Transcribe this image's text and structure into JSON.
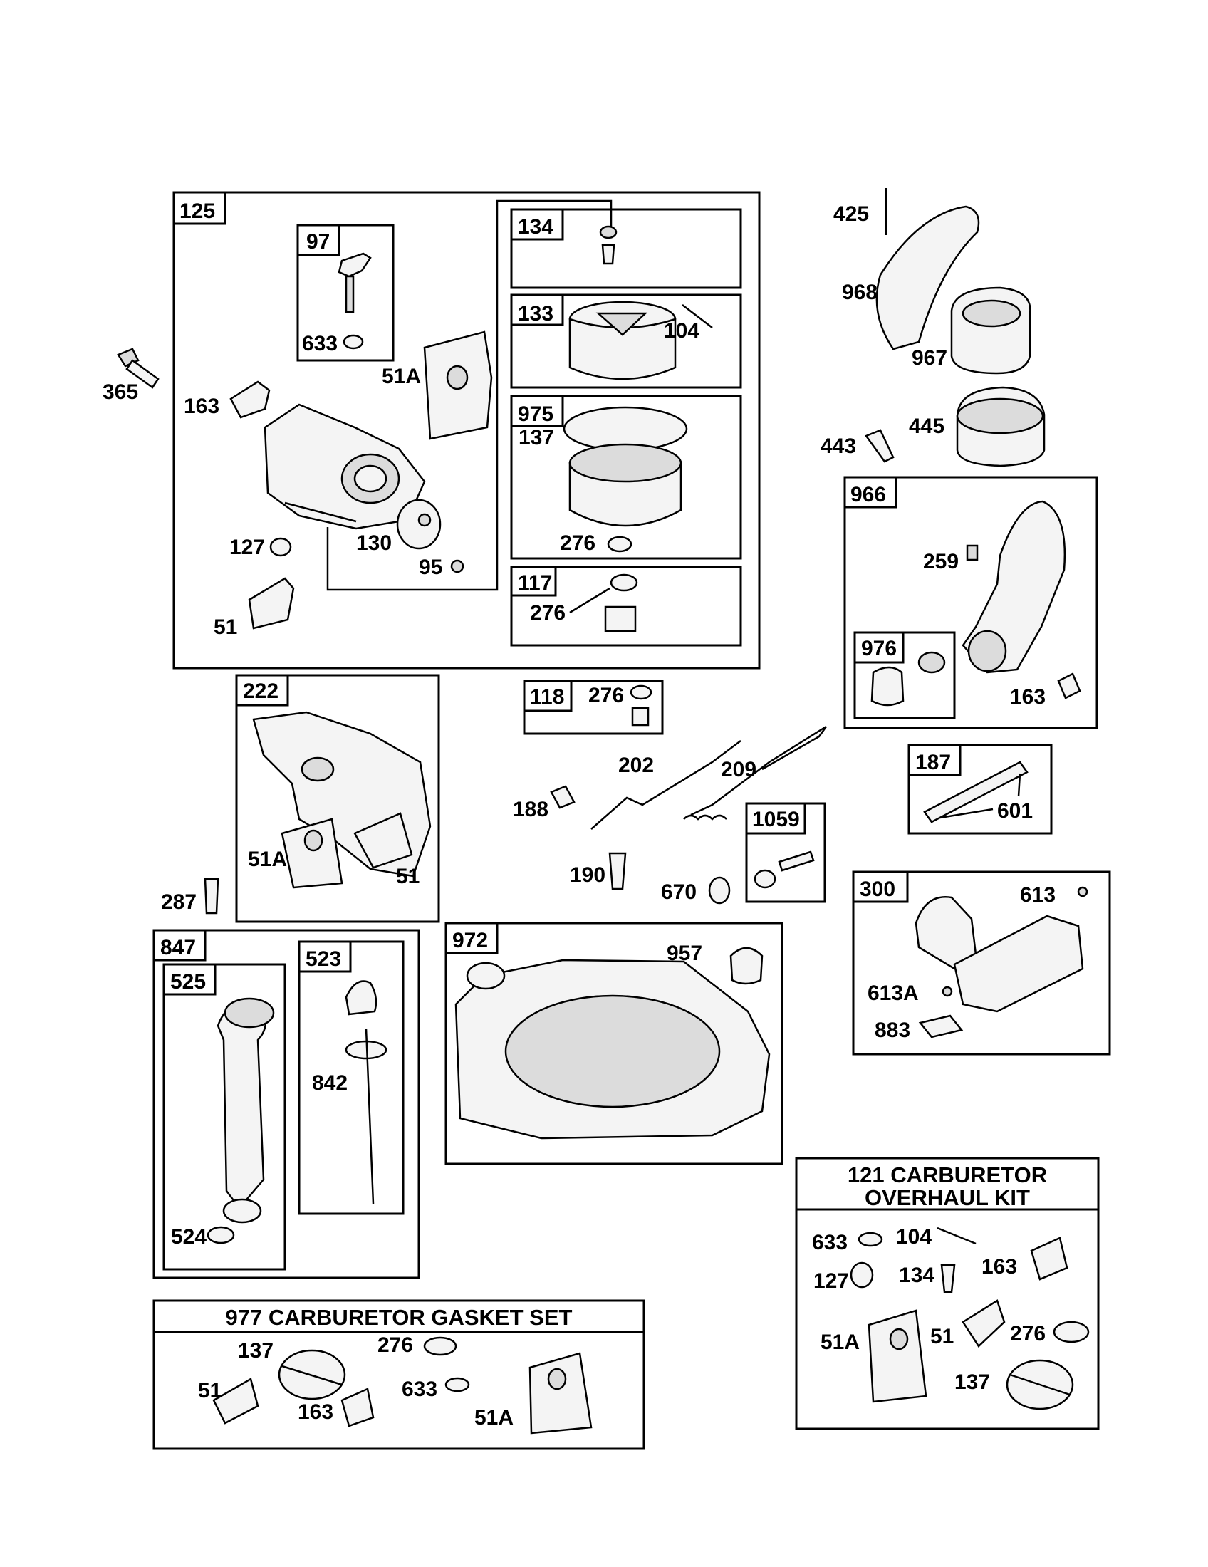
{
  "parts": {
    "p125": "125",
    "p97": "97",
    "p633": "633",
    "p51A": "51A",
    "p163": "163",
    "p365": "365",
    "p127": "127",
    "p130": "130",
    "p95": "95",
    "p51": "51",
    "p134": "134",
    "p133": "133",
    "p104": "104",
    "p975": "975",
    "p137": "137",
    "p276": "276",
    "p117": "117",
    "p425": "425",
    "p968": "968",
    "p967": "967",
    "p443": "443",
    "p445": "445",
    "p966": "966",
    "p259": "259",
    "p976": "976",
    "p222": "222",
    "p118": "118",
    "p202": "202",
    "p209": "209",
    "p188": "188",
    "p287": "287",
    "p190": "190",
    "p670": "670",
    "p1059": "1059",
    "p187": "187",
    "p601": "601",
    "p300": "300",
    "p613": "613",
    "p613A": "613A",
    "p883": "883",
    "p847": "847",
    "p525": "525",
    "p523": "523",
    "p842": "842",
    "p524": "524",
    "p972": "972",
    "p957": "957"
  },
  "kits": {
    "overhaul_line1": "121 CARBURETOR",
    "overhaul_line2": "OVERHAUL KIT",
    "gasket_title": "977 CARBURETOR  GASKET SET"
  }
}
